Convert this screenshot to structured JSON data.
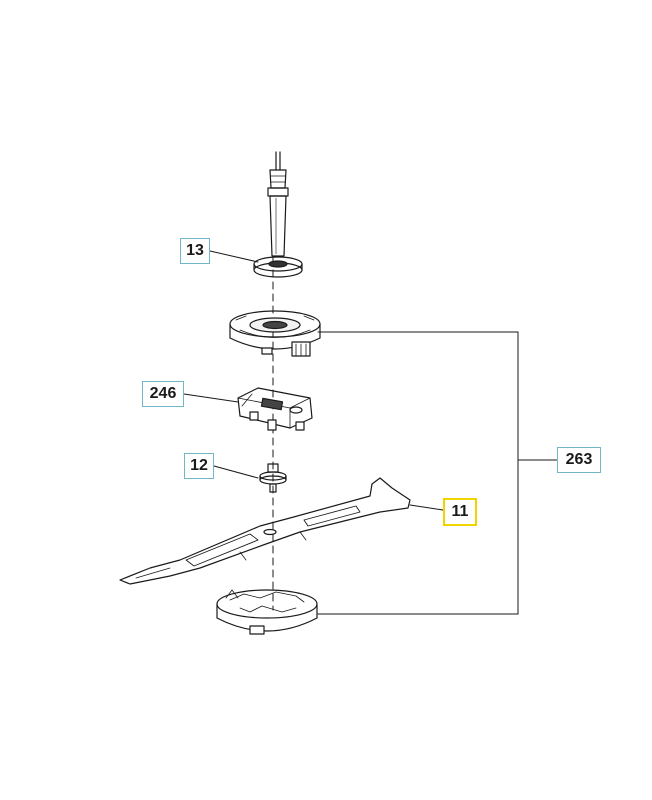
{
  "diagram": {
    "callouts": [
      {
        "id": "c13",
        "label": "13",
        "highlighted": false
      },
      {
        "id": "c246",
        "label": "246",
        "highlighted": false
      },
      {
        "id": "c12",
        "label": "12",
        "highlighted": false
      },
      {
        "id": "c263",
        "label": "263",
        "highlighted": false
      },
      {
        "id": "c11",
        "label": "11",
        "highlighted": true
      }
    ],
    "colors": {
      "callout_border": "#6fb7c9",
      "highlight_border": "#f2d400",
      "line": "#1a1a1a"
    },
    "icons": [
      "drive-shaft-icon",
      "washer-icon",
      "upper-blade-adapter-icon",
      "blade-holder-icon",
      "bolt-icon",
      "mower-blade-icon",
      "lower-blade-adapter-icon"
    ]
  }
}
